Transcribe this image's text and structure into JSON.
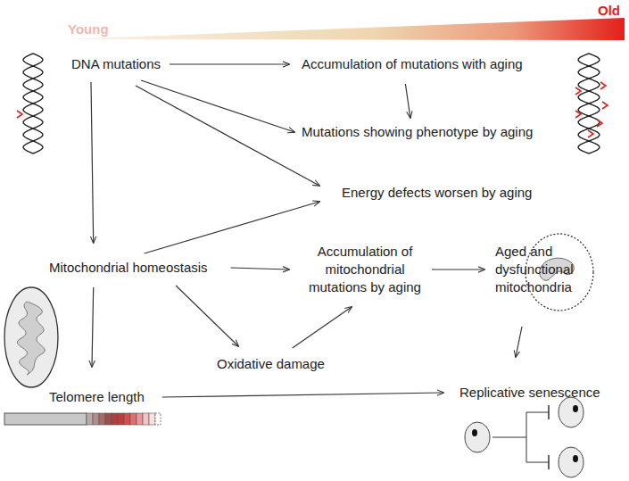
{
  "diagram": {
    "nodes": [
      {
        "text": [
          "DNA mutations"
        ]
      },
      {
        "text": [
          "Accumulation of mutations with aging"
        ]
      },
      {
        "text": [
          "Mutations showing phenotype by aging"
        ]
      },
      {
        "text": [
          "Energy defects worsen by aging"
        ]
      },
      {
        "text": [
          "Mitochondrial homeostasis"
        ]
      },
      {
        "text": [
          "Accumulation of mitochondrial mutations by aging"
        ]
      },
      {
        "text": [
          "Aged and dysfunctional mitochondria"
        ]
      },
      {
        "text": [
          "Oxidative damage"
        ]
      },
      {
        "text": [
          "Telomere length"
        ]
      },
      {
        "text": [
          "Replicative senescence"
        ]
      }
    ],
    "edges": [
      {
        "from": 0,
        "to": 1,
        "arrow": "to"
      },
      {
        "from": 1,
        "to": 2,
        "arrow": "to"
      },
      {
        "from": 0,
        "to": 2,
        "arrow": "to"
      },
      {
        "from": 0,
        "to": 3,
        "arrow": "to"
      },
      {
        "from": 4,
        "to": 3,
        "arrow": "to"
      },
      {
        "from": 0,
        "to": 4,
        "arrow": "to"
      },
      {
        "from": 4,
        "to": 5,
        "arrow": "to"
      },
      {
        "from": 4,
        "to": 7,
        "arrow": "to"
      },
      {
        "from": 7,
        "to": 5,
        "arrow": "to"
      },
      {
        "from": 5,
        "to": 6,
        "arrow": "to"
      },
      {
        "from": 6,
        "to": 9,
        "arrow": "to"
      },
      {
        "from": 4,
        "to": 8,
        "arrow": "to"
      },
      {
        "from": 8,
        "to": 9,
        "arrow": "to"
      }
    ],
    "labels": [
      "Young",
      "Old"
    ]
  }
}
